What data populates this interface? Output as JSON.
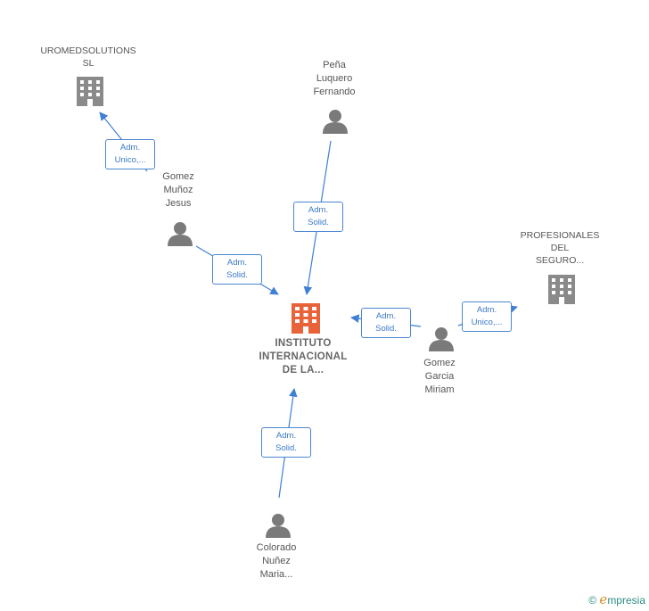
{
  "nodes": {
    "uromed": {
      "label": "UROMEDSOLUTIONS\nSL",
      "icon": "building-icon"
    },
    "pena": {
      "label": "Peña\nLuquero\nFernando",
      "icon": "person-icon"
    },
    "gomez_munoz": {
      "label": "Gomez\nMuñoz\nJesus",
      "icon": "person-icon"
    },
    "profesionales": {
      "label": "PROFESIONALES\nDEL\nSEGURO...",
      "icon": "building-icon"
    },
    "instituto": {
      "label": "INSTITUTO\nINTERNACIONAL\nDE LA...",
      "icon": "building-icon"
    },
    "gomez_garcia": {
      "label": "Gomez\nGarcia\nMiriam",
      "icon": "person-icon"
    },
    "colorado": {
      "label": "Colorado\nNuñez\nMaria...",
      "icon": "person-icon"
    }
  },
  "edges": {
    "e1": {
      "label": "Adm.\nUnico,...",
      "from": "gomez_munoz",
      "to": "uromed"
    },
    "e2": {
      "label": "Adm.\nSolid.",
      "from": "pena",
      "to": "instituto"
    },
    "e3": {
      "label": "Adm.\nSolid.",
      "from": "gomez_munoz",
      "to": "instituto"
    },
    "e4": {
      "label": "Adm.\nSolid.",
      "from": "gomez_garcia",
      "to": "instituto"
    },
    "e5": {
      "label": "Adm.\nUnico,...",
      "from": "gomez_garcia",
      "to": "profesionales"
    },
    "e6": {
      "label": "Adm.\nSolid.",
      "from": "colorado",
      "to": "instituto"
    }
  },
  "colors": {
    "edge": "#3f7fd4",
    "company": "#8a8a8a",
    "focus": "#e8623a",
    "person": "#7a7a7a"
  },
  "footer": {
    "copyright": "©",
    "brand_initial": "e",
    "brand_rest": "mpresia"
  }
}
